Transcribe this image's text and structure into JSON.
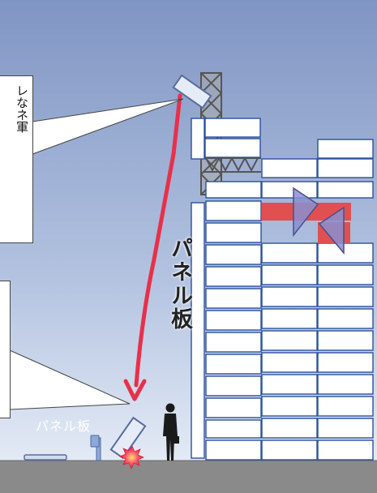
{
  "labels": {
    "vertical_label": "パネル板",
    "ground_label": "パネル板",
    "callout1_text": "レなネ軍"
  },
  "colors": {
    "sky_top": "#7f95c3",
    "sky_bottom": "#e4ebf6",
    "ground": "#8a8a8a",
    "building_panel": "#ffffff",
    "building_stroke": "#2b4f9e",
    "arrow": "#e8304a",
    "highlight": "#e05050",
    "valve": "#8a8fd0"
  },
  "icons": [
    "falling-panel-icon",
    "impact-burst-icon",
    "person-icon",
    "post-icon",
    "valve-icon"
  ]
}
